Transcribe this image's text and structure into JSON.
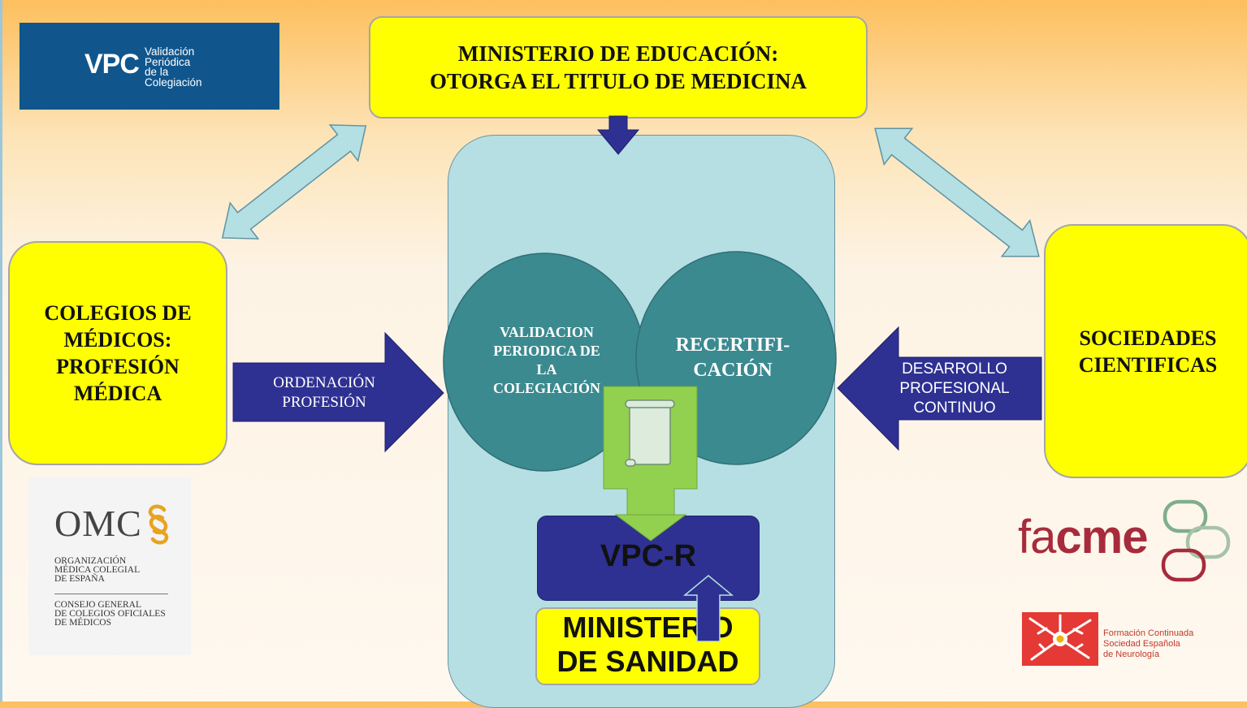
{
  "logos": {
    "vpc": {
      "abbrev": "VPC",
      "text": "Validación\nPeriódica\nde la\nColegiación"
    },
    "omc": {
      "title": "OMC",
      "line1": "ORGANIZACIÓN\nMÉDICA COLEGIAL\nDE ESPAÑA",
      "line2": "CONSEJO GENERAL\nDE COLEGIOS OFICIALES\nDE MÉDICOS"
    },
    "facme": {
      "light": "fa",
      "bold": "cme"
    },
    "sen": {
      "text": "Formación Continuada\nSociedad Española\nde Neurología"
    }
  },
  "boxes": {
    "educacion": "MINISTERIO DE EDUCACIÓN:\nOTORGA EL TITULO DE MEDICINA",
    "colegios": "COLEGIOS DE\nMÉDICOS:\nPROFESIÓN\nMÉDICA",
    "sociedades": "SOCIEDADES\nCIENTIFICAS",
    "vpc_r": "VPC-R",
    "sanidad": "MINISTERIO\nDE SANIDAD"
  },
  "circles": {
    "validacion": "VALIDACION\nPERIODICA DE\nLA\nCOLEGIACIÓN",
    "recertificacion": "RECERTIFI-\nCACIÓN"
  },
  "arrows": {
    "ordenacion": "ORDENACIÓN\nPROFESIÓN",
    "desarrollo": "DESARROLLO\nPROFESIONAL\nCONTINUO"
  },
  "colors": {
    "yellow": "#ffff00",
    "navy": "#2e3192",
    "teal": "#3b8a90",
    "panel": "#b6dfe3",
    "light_arrow": "#b4dfe3",
    "green": "#92d050",
    "vpc_blue": "#10568d",
    "facme_red": "#a72b3c",
    "sen_red": "#e53935"
  }
}
